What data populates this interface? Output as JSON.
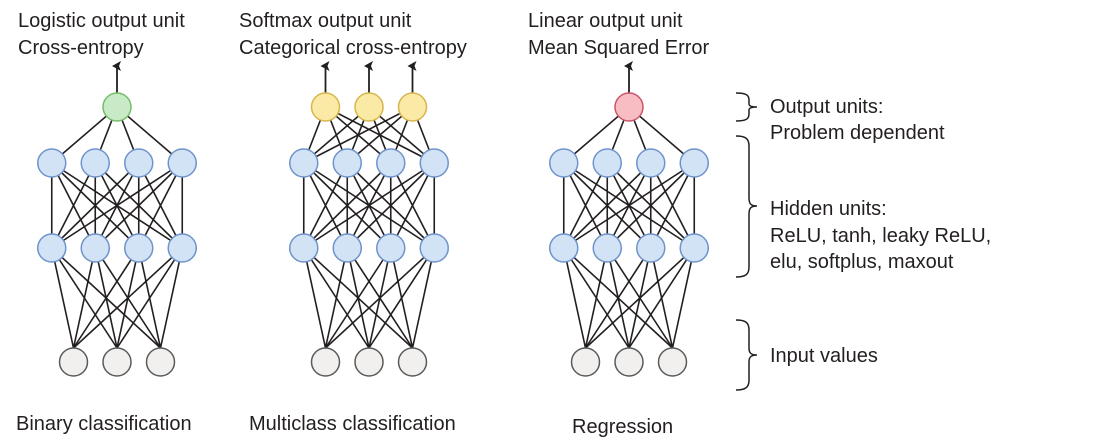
{
  "networks": [
    {
      "id": "binary",
      "title_lines": [
        "Logistic output unit",
        "Cross-entropy"
      ],
      "caption": "Binary classification",
      "output_count": 1,
      "output_color": "#c9eac6",
      "output_stroke": "#74bd6b",
      "hidden_layers": [
        4,
        4
      ],
      "input_count": 3
    },
    {
      "id": "multiclass",
      "title_lines": [
        "Softmax output unit",
        "Categorical cross-entropy"
      ],
      "caption": "Multiclass classification",
      "output_count": 3,
      "output_color": "#fbeaa6",
      "output_stroke": "#d7b54b",
      "hidden_layers": [
        4,
        4
      ],
      "input_count": 3
    },
    {
      "id": "regression",
      "title_lines": [
        "Linear output unit",
        "Mean Squared Error"
      ],
      "caption": "Regression",
      "output_count": 1,
      "output_color": "#f8bcc3",
      "output_stroke": "#c9566a",
      "hidden_layers": [
        4,
        4
      ],
      "input_count": 3
    }
  ],
  "colors": {
    "hidden_fill": "#d2e3f6",
    "hidden_stroke": "#6f93cb",
    "input_fill": "#f1f0ef",
    "input_stroke": "#5a5a5a",
    "edge": "#231f20"
  },
  "legend": {
    "output": {
      "lines": [
        "Output units:",
        "Problem dependent"
      ]
    },
    "hidden": {
      "lines": [
        "Hidden units:",
        "ReLU, tanh, leaky ReLU,",
        "elu, softplus, maxout"
      ]
    },
    "input": {
      "lines": [
        "Input values"
      ]
    }
  }
}
